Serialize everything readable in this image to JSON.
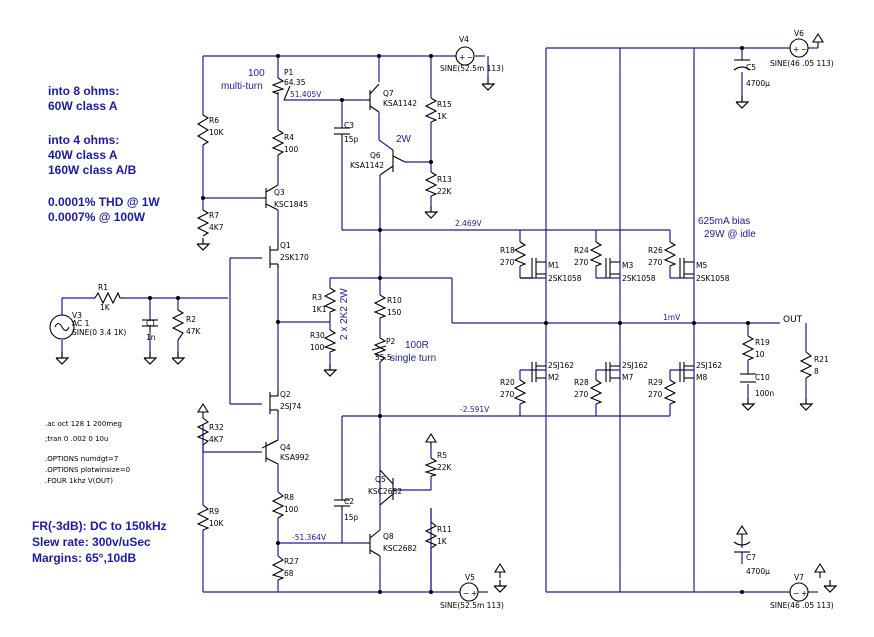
{
  "notes": {
    "perf_8ohm_head": "into 8 ohms:",
    "perf_8ohm_a": "60W class A",
    "perf_4ohm_head": "into 4 ohms:",
    "perf_4ohm_a": "40W class A",
    "perf_4ohm_ab": "160W class A/B",
    "thd_1w": "0.0001% THD @ 1W",
    "thd_100w": "0.0007% @ 100W",
    "fr": "FR(-3dB): DC to 150kHz",
    "slew": "Slew rate: 300v/uSec",
    "margins": "Margins: 65°,10dB"
  },
  "spice": {
    "ac": ".ac oct 128 1 200meg",
    "tran": ";tran 0 .002 0 10u",
    "opt1": ".OPTIONS numdgt=7",
    "opt2": ".OPTIONS plotwinsize=0",
    "four": ".FOUR 1khz V(OUT)"
  },
  "annotations": {
    "p1_note1": "100",
    "p1_note2": "multi-turn",
    "q_power": "2W",
    "p2_note1": "100R",
    "p2_note2": "single turn",
    "r3_note": "2 x 2K2 2W",
    "bias1": "625mA bias",
    "bias2": "29W @ idle",
    "out": "OUT"
  },
  "nets": {
    "n1": "51.405V",
    "n2": "2.469V",
    "n3": "1mV",
    "n4": "-2.591V",
    "n5": "-51.364V"
  },
  "parts": {
    "v4": "V4",
    "v4v": "SINE(52.5m 113)",
    "v5": "V5",
    "v5v": "SINE(52.5m 113)",
    "v6": "V6",
    "v6v": "SINE(46 .05 113)",
    "v7": "V7",
    "v7v": "SINE(46 .05 113)",
    "v3": "V3",
    "v3ac": "AC 1",
    "v3v": "SINE(0 3.4 1K)",
    "p1": "P1",
    "p1v": "64.35",
    "p2": "P2",
    "p2v": "55.5",
    "r1": "R1",
    "r1v": "1K",
    "r2": "R2",
    "r2v": "47K",
    "r3": "R3",
    "r3v": "1K1",
    "r4": "R4",
    "r4v": "100",
    "r5": "R5",
    "r5v": "22K",
    "r6": "R6",
    "r6v": "10K",
    "r7": "R7",
    "r7v": "4K7",
    "r8": "R8",
    "r8v": "100",
    "r9": "R9",
    "r9v": "10K",
    "r10": "R10",
    "r10v": "150",
    "r11": "R11",
    "r11v": "1K",
    "r13": "R13",
    "r13v": "22K",
    "r15": "R15",
    "r15v": "1K",
    "r18": "R18",
    "r18v": "270",
    "r19": "R19",
    "r19v": "10",
    "r20": "R20",
    "r20v": "270",
    "r21": "R21",
    "r21v": "8",
    "r24": "R24",
    "r24v": "270",
    "r26": "R26",
    "r26v": "270",
    "r27": "R27",
    "r27v": "68",
    "r28": "R28",
    "r28v": "270",
    "r29": "R29",
    "r29v": "270",
    "r30": "R30",
    "r30v": "100",
    "r32": "R32",
    "r32v": "4K7",
    "c1": "C1",
    "c1v": "1n",
    "c2": "C2",
    "c2v": "15p",
    "c3": "C3",
    "c3v": "15p",
    "c5": "C5",
    "c5v": "4700µ",
    "c7": "C7",
    "c7v": "4700µ",
    "c10": "C10",
    "c10v": "100n",
    "q1": "Q1",
    "q1v": "2SK170",
    "q2": "Q2",
    "q2v": "2SJ74",
    "q3": "Q3",
    "q3v": "KSC1845",
    "q4": "Q4",
    "q4v": "KSA992",
    "q5": "Q5",
    "q5v": "KSC2682",
    "q6": "Q6",
    "q6v": "KSA1142",
    "q7": "Q7",
    "q7v": "KSA1142",
    "q8": "Q8",
    "q8v": "KSC2682",
    "m1": "M1",
    "m1v": "2SK1058",
    "m2": "M2",
    "m2v": "2SJ162",
    "m3": "M3",
    "m3v": "2SK1058",
    "m5": "M5",
    "m5v": "2SK1058",
    "m7": "M7",
    "m7v": "2SJ162",
    "m8": "M8",
    "m8v": "2SJ162"
  }
}
